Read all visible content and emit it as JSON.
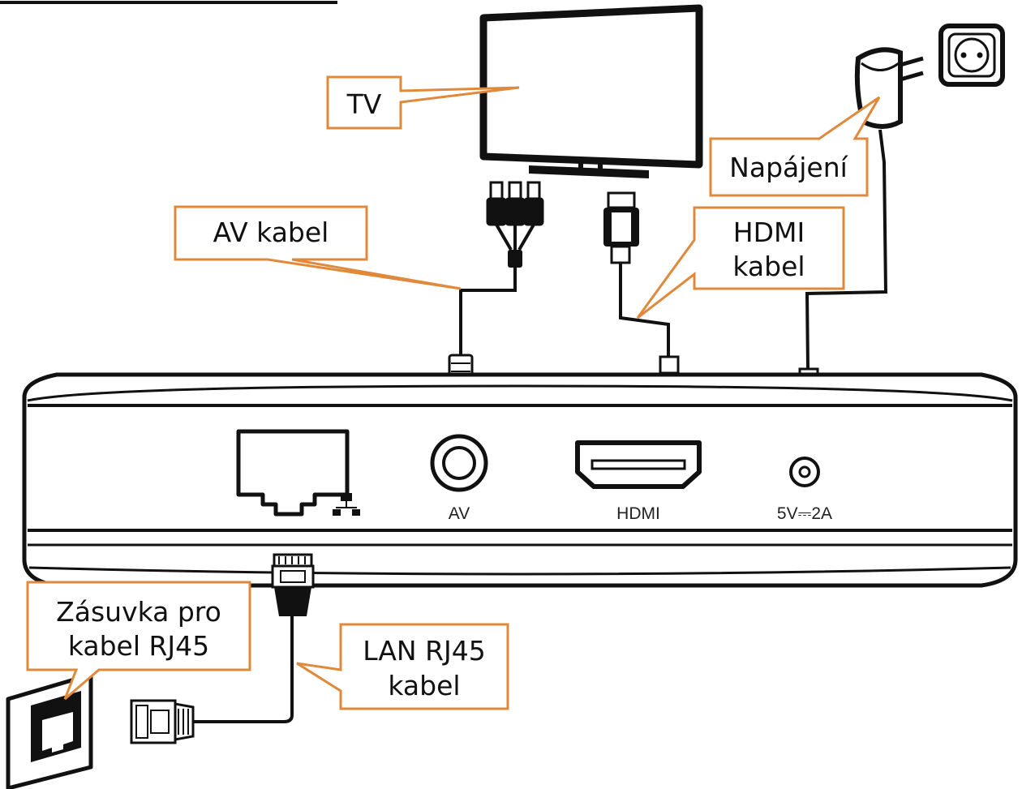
{
  "callouts": {
    "tv": "TV",
    "power": "Napájení",
    "av_cable": "AV kabel",
    "hdmi_cable_line1": "HDMI",
    "hdmi_cable_line2": "kabel",
    "wall_socket_line1": "Zásuvka pro",
    "wall_socket_line2": "kabel RJ45",
    "lan_cable_line1": "LAN RJ45",
    "lan_cable_line2": "kabel"
  },
  "ports": {
    "av": "AV",
    "hdmi": "HDMI",
    "power": "5V⎓2A"
  },
  "colors": {
    "callout_border": "#e0893a",
    "line": "#111111"
  }
}
